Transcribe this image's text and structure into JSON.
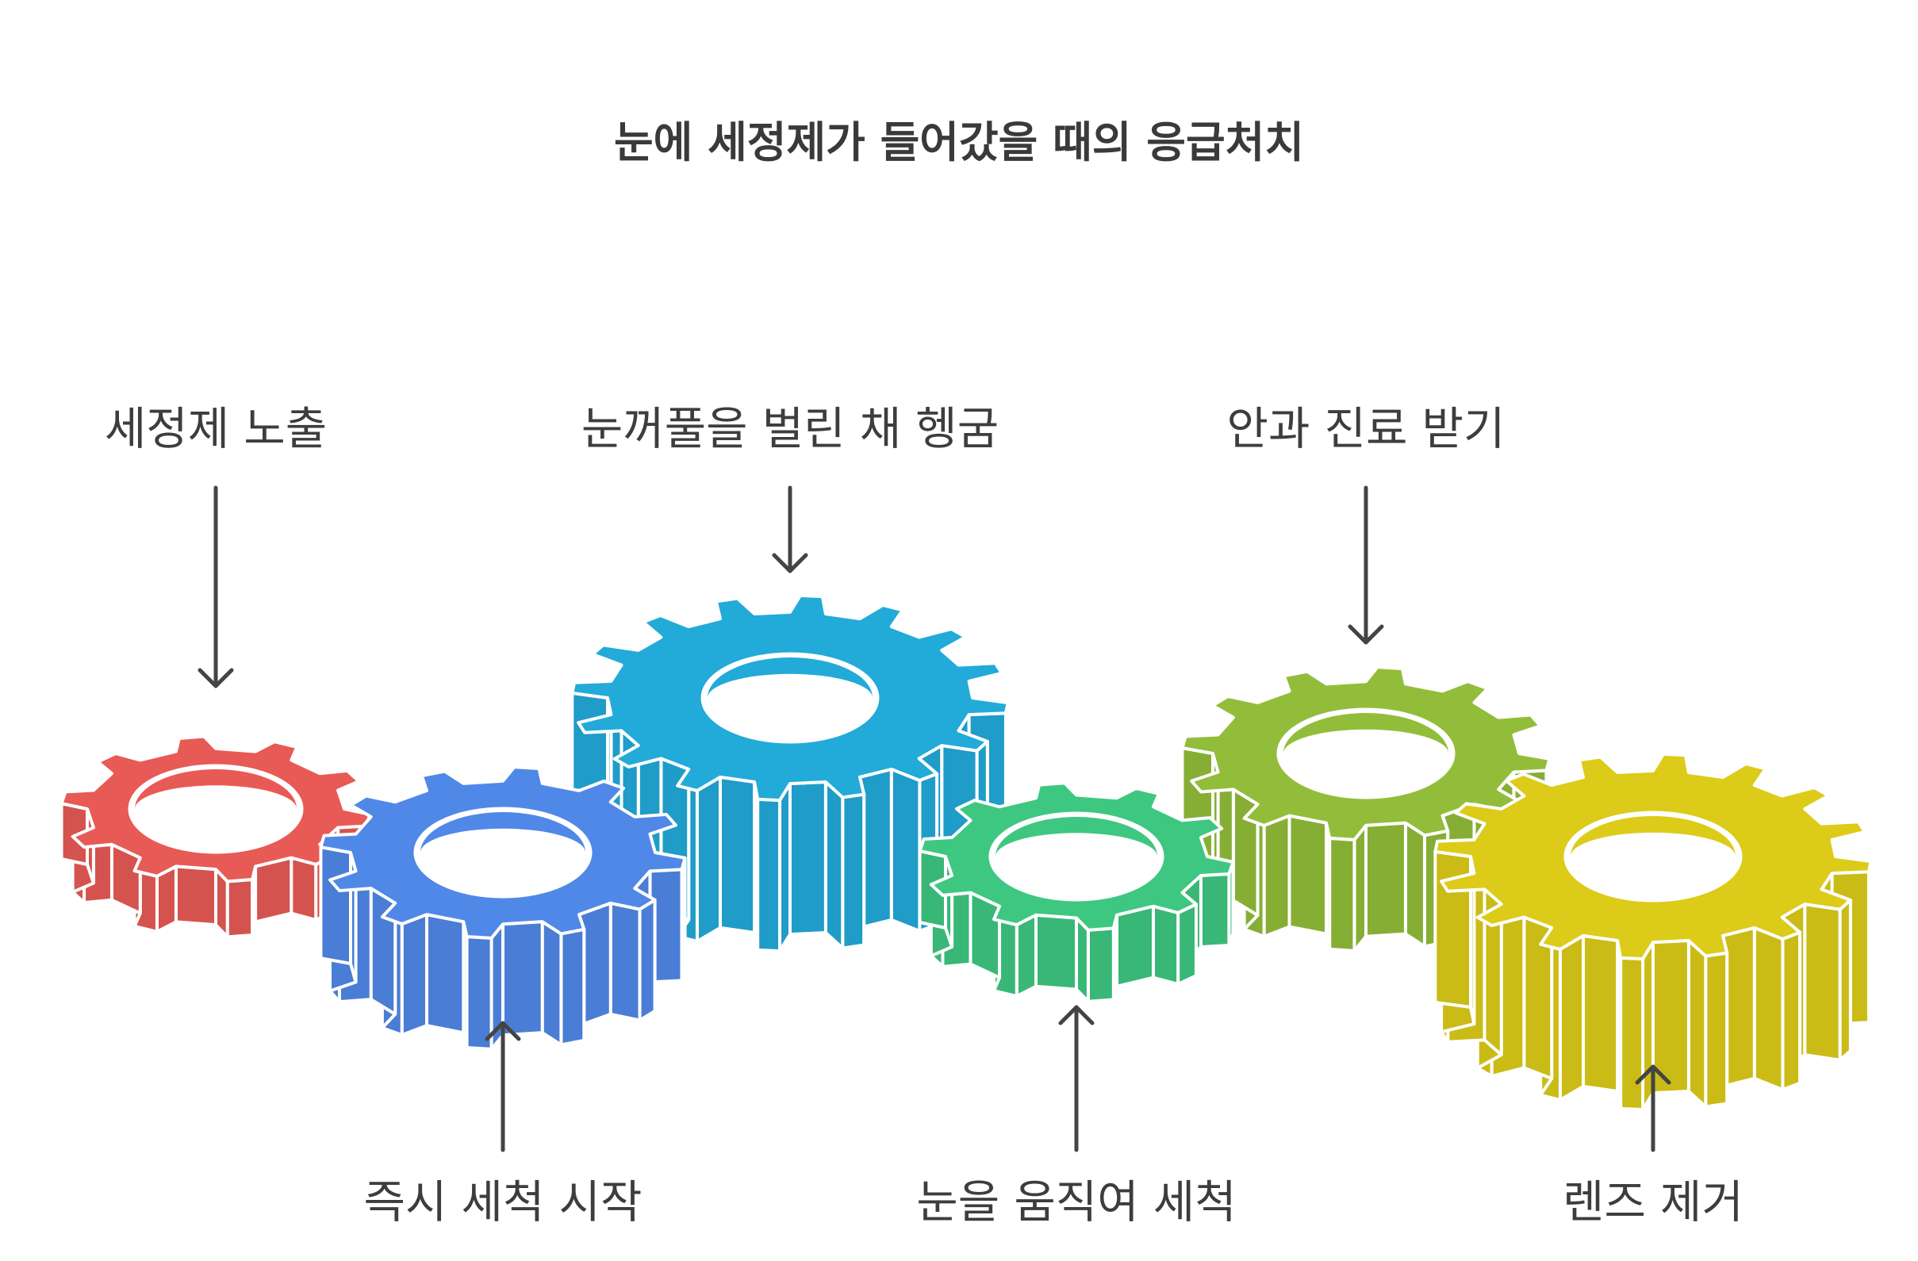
{
  "title": "눈에 세정제가 들어갔을 때의 응급처치",
  "steps": [
    {
      "label": "세정제 노출",
      "color": "#e85a55",
      "label_position": "top"
    },
    {
      "label": "즉시 세척 시작",
      "color": "#5088e8",
      "label_position": "bottom"
    },
    {
      "label": "눈꺼풀을 벌린 채 헹굼",
      "color": "#22aad9",
      "label_position": "top"
    },
    {
      "label": "눈을 움직여 세척",
      "color": "#3ec780",
      "label_position": "bottom"
    },
    {
      "label": "안과 진료 받기",
      "color": "#92bd3a",
      "label_position": "top"
    },
    {
      "label": "렌즈 제거",
      "color": "#dccb18",
      "label_position": "bottom"
    }
  ]
}
